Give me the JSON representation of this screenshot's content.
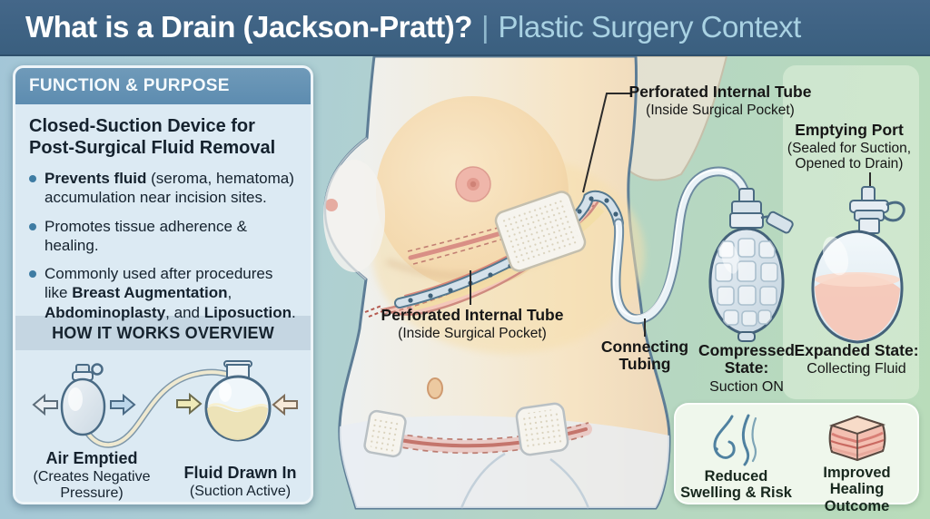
{
  "colors": {
    "title_bar_bg": "#3d6383",
    "title_text": "#ffffff",
    "subtitle_text": "#a9d2e3",
    "panel_header_bg": "#6391b3",
    "panel_body_bg": "#dceaf3",
    "section_bar_bg": "#c5d6e2",
    "bg_gradient_left": "#a3c6d7",
    "bg_gradient_right": "#b9dcba",
    "benefits_panel_bg": "#eff7ec",
    "bullet_dot": "#3e7ca3",
    "fluid_pink": "#f5c7b7",
    "fluid_yellow": "#ece2b4"
  },
  "header": {
    "title": "What is a Drain (Jackson-Pratt)?",
    "separator": "|",
    "subtitle": "Plastic Surgery Context"
  },
  "function_panel": {
    "header": "FUNCTION & PURPOSE",
    "heading": "Closed-Suction Device for Post-Surgical Fluid Removal",
    "bullets": [
      {
        "segments": [
          {
            "t": "Prevents fluid",
            "b": true
          },
          {
            "t": " (seroma, hematoma) accumulation near incision sites.",
            "b": false
          }
        ]
      },
      {
        "segments": [
          {
            "t": "Promotes tissue adherence & healing.",
            "b": false
          }
        ]
      },
      {
        "segments": [
          {
            "t": "Commonly used after procedures like ",
            "b": false
          },
          {
            "t": "Breast Augmentation",
            "b": true
          },
          {
            "t": ", ",
            "b": false
          },
          {
            "t": "Abdominoplasty",
            "b": true
          },
          {
            "t": ", and ",
            "b": false
          },
          {
            "t": "Liposuction",
            "b": true
          },
          {
            "t": ".",
            "b": false
          }
        ]
      }
    ]
  },
  "how_it_works": {
    "header": "HOW IT WORKS OVERVIEW",
    "bulb_label": "Air Emptied",
    "bulb_sub": "(Creates Negative Pressure)",
    "flask_label": "Fluid Drawn In",
    "flask_sub": "(Suction Active)"
  },
  "illustration": {
    "tube_label_top": {
      "title": "Perforated Internal Tube",
      "sub": "(Inside Surgical Pocket)"
    },
    "emptying_port": {
      "title": "Emptying Port",
      "sub": "(Sealed for Suction, Opened to Drain)"
    },
    "tube_label_bottom": {
      "title": "Perforated Internal Tube",
      "sub": "(Inside Surgical Pocket)"
    },
    "connecting_tubing": {
      "title": "Connecting Tubing"
    },
    "compressed_state": {
      "title": "Compressed State:",
      "sub": "Suction ON"
    },
    "expanded_state": {
      "title": "Expanded State:",
      "sub": "Collecting Fluid"
    }
  },
  "benefits": {
    "items": [
      {
        "icon": "breast-profile-icon",
        "label": "Reduced Swelling & Risk"
      },
      {
        "icon": "tissue-layers-icon",
        "label": "Improved Healing Outcome"
      }
    ]
  }
}
